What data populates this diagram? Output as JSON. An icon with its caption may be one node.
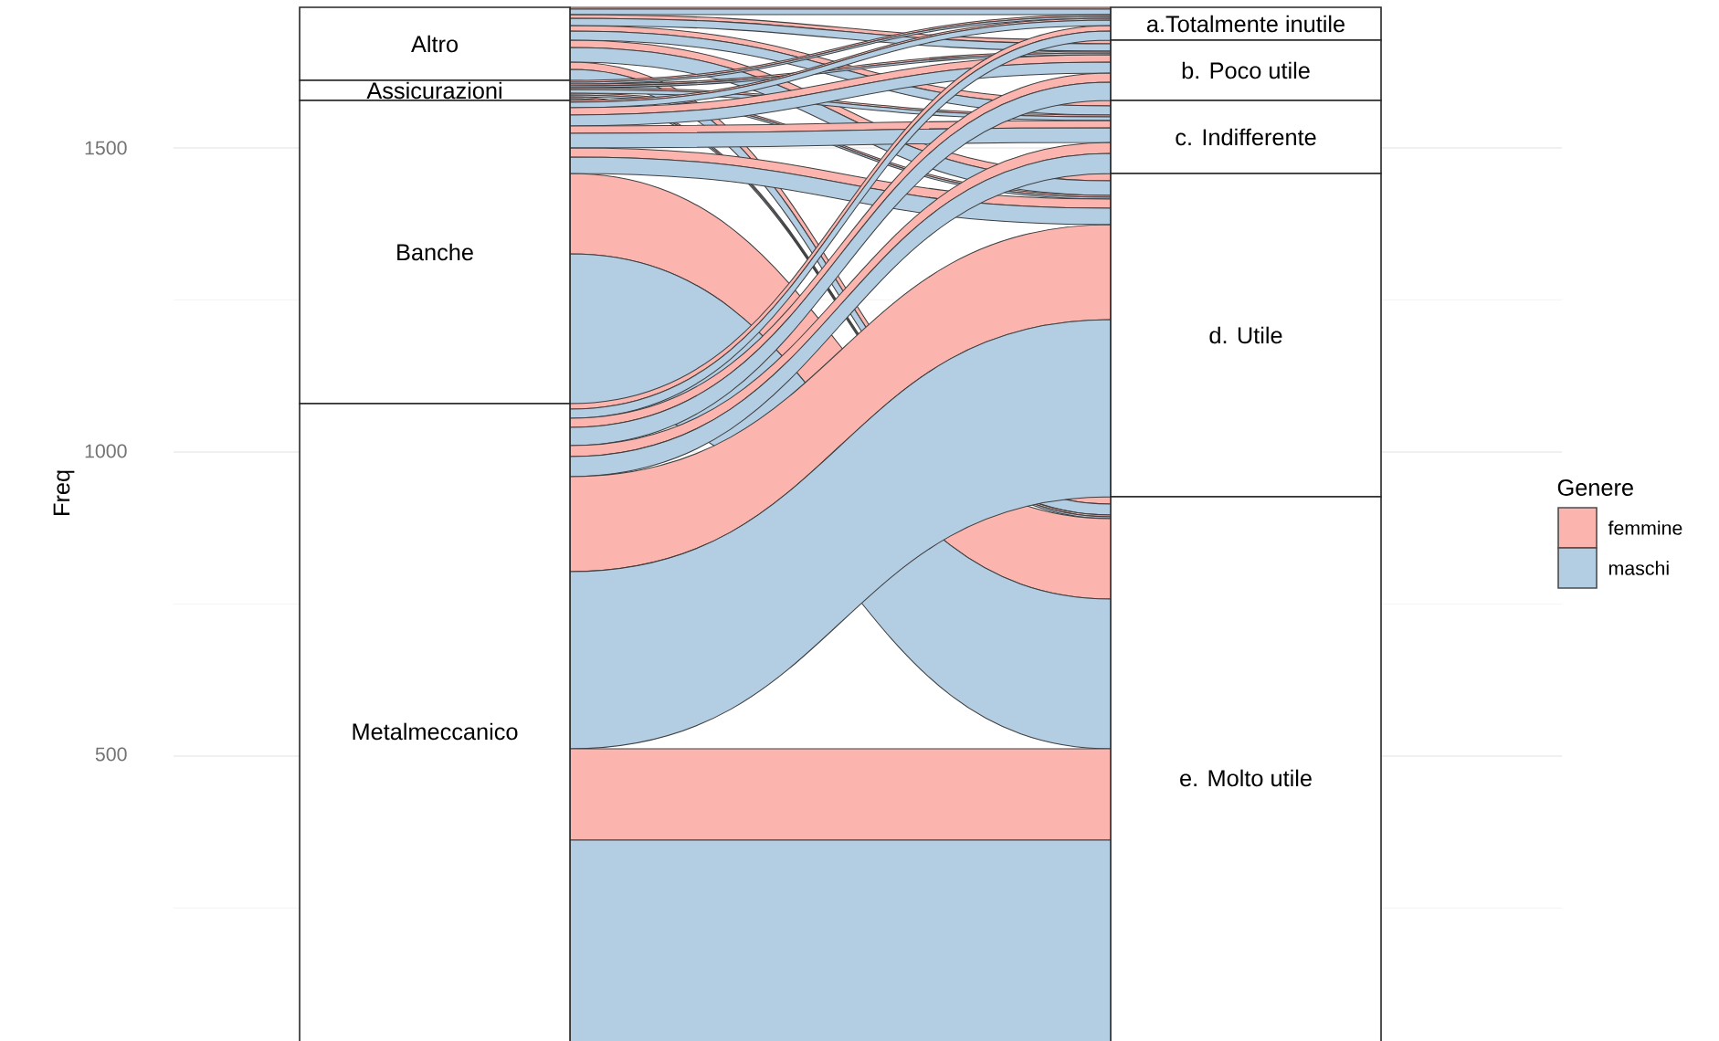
{
  "diagram": {
    "nodes": [
      {
        "text": [
          "Altro"
        ]
      },
      {
        "text": [
          "Assicurazioni"
        ]
      },
      {
        "text": [
          "Banche"
        ]
      },
      {
        "text": [
          "Metalmeccanico"
        ]
      },
      {
        "text": [
          "a.Totalmente inutile"
        ]
      },
      {
        "text": [
          "b. Poco utile"
        ]
      },
      {
        "text": [
          "c. Indifferente"
        ]
      },
      {
        "text": [
          "d. Utile"
        ]
      },
      {
        "text": [
          "e. Molto utile"
        ]
      }
    ],
    "labels": [
      "1500",
      "1000",
      "Freq",
      "500",
      "Genere"
    ],
    "legend": [
      {
        "text": "femmine",
        "color": "#fbb4ae"
      },
      {
        "text": "maschi",
        "color": "#b3cde3"
      }
    ]
  }
}
